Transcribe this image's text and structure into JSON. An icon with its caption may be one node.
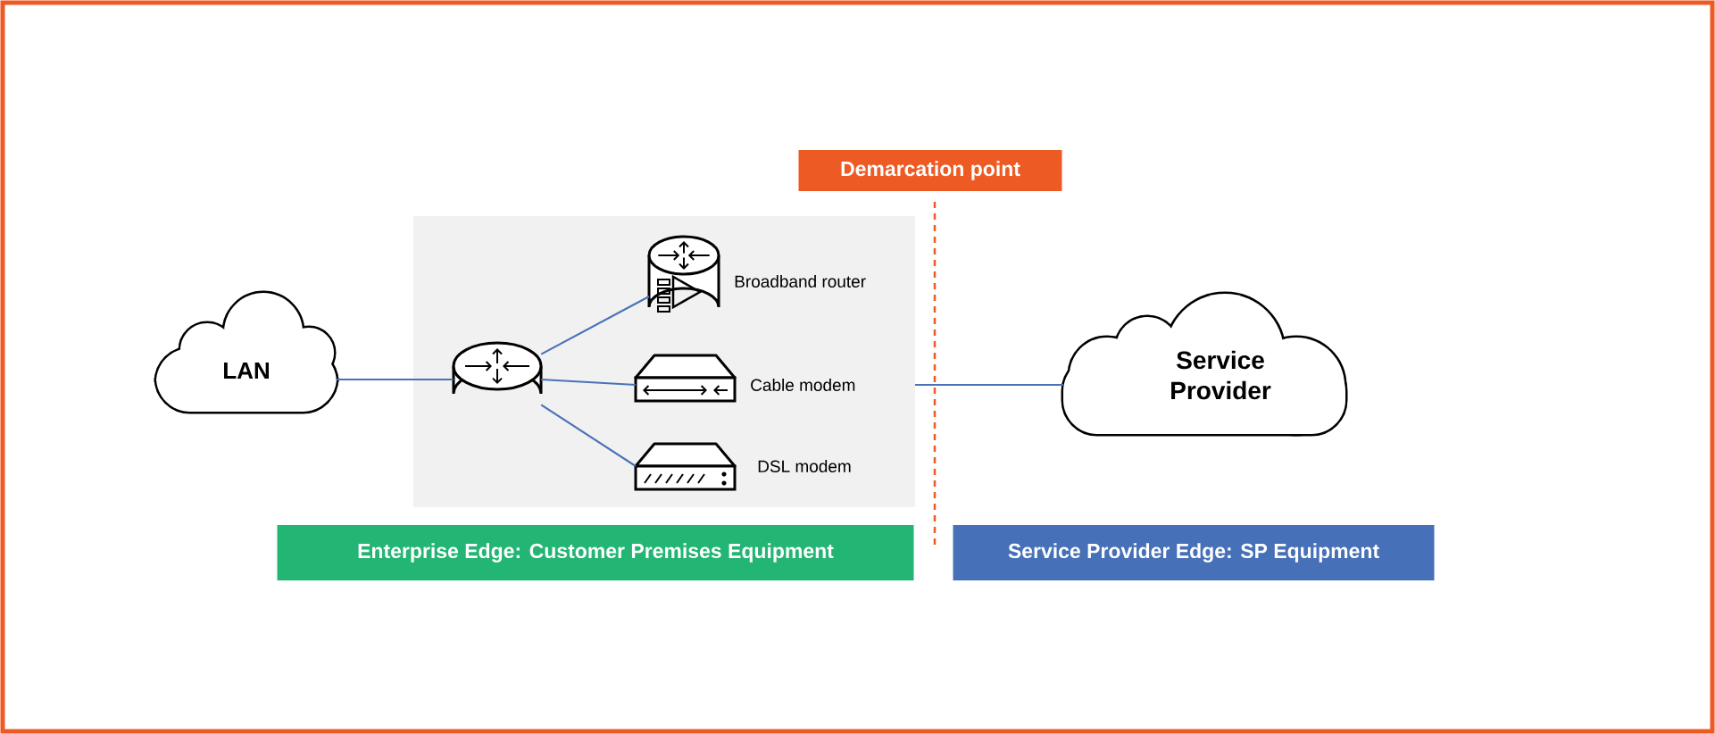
{
  "diagram": {
    "nodes": [
      {
        "text": [
          "LAN"
        ]
      },
      {
        "text": [],
        "shape": "cylinder"
      },
      {
        "text": [
          "Broadband router"
        ]
      },
      {
        "text": [
          "Cable modem"
        ]
      },
      {
        "text": [
          "DSL modem"
        ]
      },
      {
        "text": [
          "Service Provider"
        ]
      },
      {
        "text": [
          "Demarcation point"
        ]
      },
      {
        "text": [
          "Enterprise Edge: Customer Premises Equipment"
        ]
      },
      {
        "text": [
          "Service Provider Edge: SP Equipment"
        ]
      }
    ],
    "edges": [
      {
        "from": 0,
        "to": 1,
        "arrow": "none"
      },
      {
        "from": 1,
        "to": 2,
        "arrow": "none"
      },
      {
        "from": 1,
        "to": 3,
        "arrow": "none"
      },
      {
        "from": 1,
        "to": 4,
        "arrow": "none"
      },
      {
        "from": 3,
        "to": 5,
        "arrow": "none"
      }
    ]
  }
}
